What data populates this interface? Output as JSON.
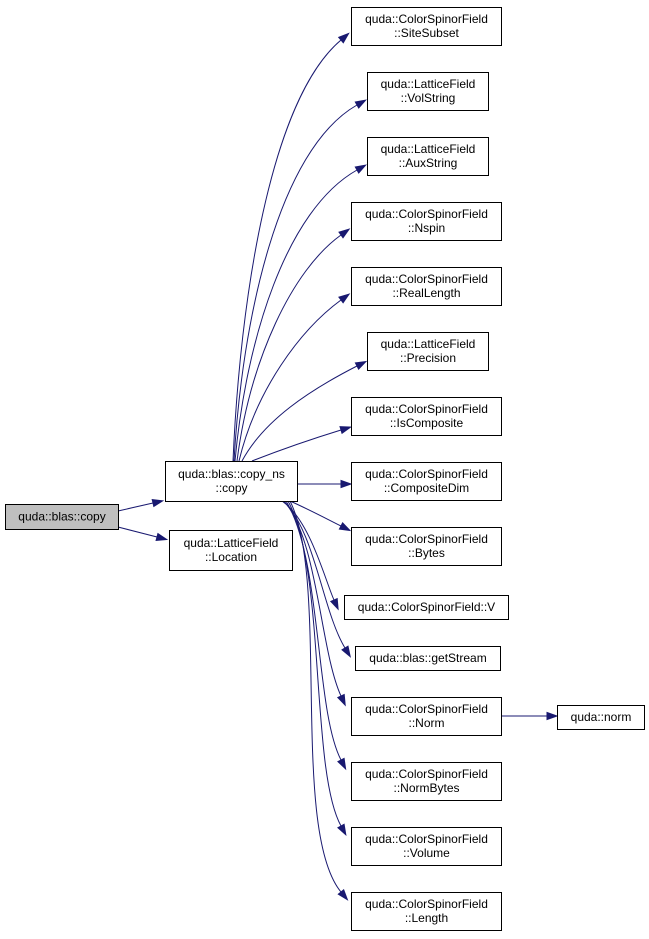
{
  "colors": {
    "edge": "#191970",
    "node_fill": "#ffffff",
    "root_fill": "#bfbfbf",
    "node_border": "#000000"
  },
  "nodes": [
    {
      "id": "copy",
      "lines": [
        "quda::blas::copy"
      ],
      "root": true
    },
    {
      "id": "copy_ns",
      "lines": [
        "quda::blas::copy_ns",
        "::copy"
      ]
    },
    {
      "id": "location",
      "lines": [
        "quda::LatticeField",
        "::Location"
      ]
    },
    {
      "id": "sitesubset",
      "lines": [
        "quda::ColorSpinorField",
        "::SiteSubset"
      ]
    },
    {
      "id": "volstring",
      "lines": [
        "quda::LatticeField",
        "::VolString"
      ]
    },
    {
      "id": "auxstring",
      "lines": [
        "quda::LatticeField",
        "::AuxString"
      ]
    },
    {
      "id": "nspin",
      "lines": [
        "quda::ColorSpinorField",
        "::Nspin"
      ]
    },
    {
      "id": "reallength",
      "lines": [
        "quda::ColorSpinorField",
        "::RealLength"
      ]
    },
    {
      "id": "precision",
      "lines": [
        "quda::LatticeField",
        "::Precision"
      ]
    },
    {
      "id": "iscomposite",
      "lines": [
        "quda::ColorSpinorField",
        "::IsComposite"
      ]
    },
    {
      "id": "compositedim",
      "lines": [
        "quda::ColorSpinorField",
        "::CompositeDim"
      ]
    },
    {
      "id": "bytes",
      "lines": [
        "quda::ColorSpinorField",
        "::Bytes"
      ]
    },
    {
      "id": "v",
      "lines": [
        "quda::ColorSpinorField::V"
      ]
    },
    {
      "id": "getstream",
      "lines": [
        "quda::blas::getStream"
      ]
    },
    {
      "id": "norm",
      "lines": [
        "quda::ColorSpinorField",
        "::Norm"
      ]
    },
    {
      "id": "qnorm",
      "lines": [
        "quda::norm"
      ]
    },
    {
      "id": "normbytes",
      "lines": [
        "quda::ColorSpinorField",
        "::NormBytes"
      ]
    },
    {
      "id": "volume",
      "lines": [
        "quda::ColorSpinorField",
        "::Volume"
      ]
    },
    {
      "id": "length",
      "lines": [
        "quda::ColorSpinorField",
        "::Length"
      ]
    }
  ],
  "edges": [
    {
      "from": "copy",
      "to": "copy_ns"
    },
    {
      "from": "copy",
      "to": "location"
    },
    {
      "from": "copy_ns",
      "to": "sitesubset"
    },
    {
      "from": "copy_ns",
      "to": "volstring"
    },
    {
      "from": "copy_ns",
      "to": "auxstring"
    },
    {
      "from": "copy_ns",
      "to": "nspin"
    },
    {
      "from": "copy_ns",
      "to": "reallength"
    },
    {
      "from": "copy_ns",
      "to": "precision"
    },
    {
      "from": "copy_ns",
      "to": "iscomposite"
    },
    {
      "from": "copy_ns",
      "to": "compositedim"
    },
    {
      "from": "copy_ns",
      "to": "bytes"
    },
    {
      "from": "copy_ns",
      "to": "v"
    },
    {
      "from": "copy_ns",
      "to": "getstream"
    },
    {
      "from": "copy_ns",
      "to": "norm"
    },
    {
      "from": "copy_ns",
      "to": "normbytes"
    },
    {
      "from": "copy_ns",
      "to": "volume"
    },
    {
      "from": "copy_ns",
      "to": "length"
    },
    {
      "from": "norm",
      "to": "qnorm"
    }
  ]
}
